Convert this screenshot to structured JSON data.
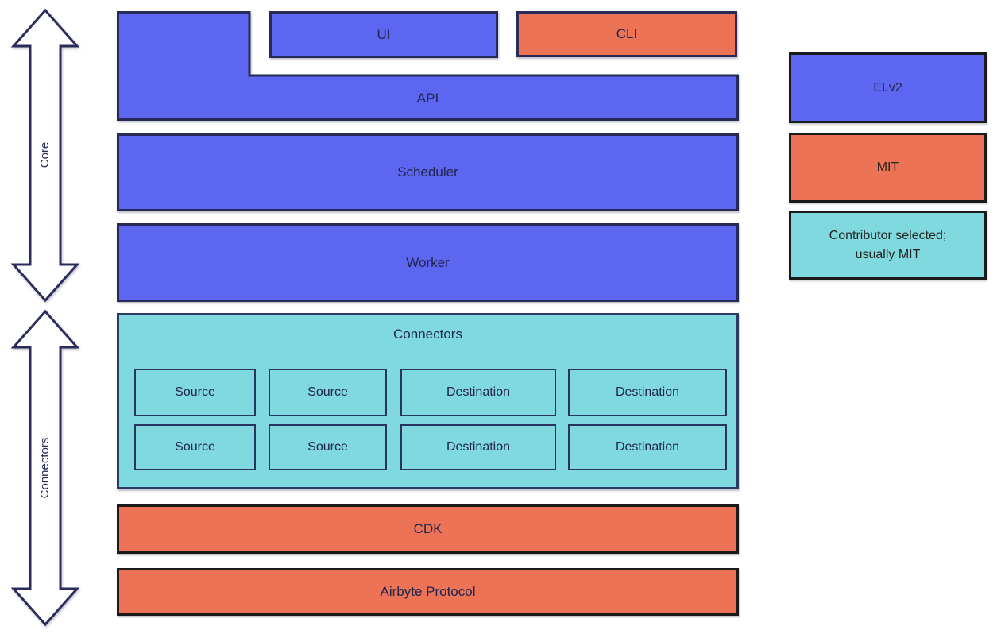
{
  "arrows": {
    "core_label": "Core",
    "connectors_label": "Connectors"
  },
  "stack": {
    "ui_label": "UI",
    "cli_label": "CLI",
    "api_label": "API",
    "scheduler_label": "Scheduler",
    "worker_label": "Worker",
    "connectors": {
      "title": "Connectors",
      "cells": [
        "Source",
        "Source",
        "Destination",
        "Destination",
        "Source",
        "Source",
        "Destination",
        "Destination"
      ]
    },
    "cdk_label": "CDK",
    "protocol_label": "Airbyte Protocol"
  },
  "legend": {
    "items": [
      {
        "label": "ELv2",
        "color": "#5C66F0"
      },
      {
        "label": "MIT",
        "color": "#EC7356"
      },
      {
        "label": "Contributor selected; usually MIT",
        "color": "#7FD9DF"
      }
    ]
  },
  "colors": {
    "elv2_blue": "#5C66F0",
    "mit_orange": "#EC7356",
    "contributor_teal": "#7FD9DF",
    "navy_border": "#2A2C58",
    "black_border": "#1A1A1A",
    "label_text": "#21254C",
    "arrow_outline": "#2A2D5C",
    "background": "#FFFFFF"
  }
}
